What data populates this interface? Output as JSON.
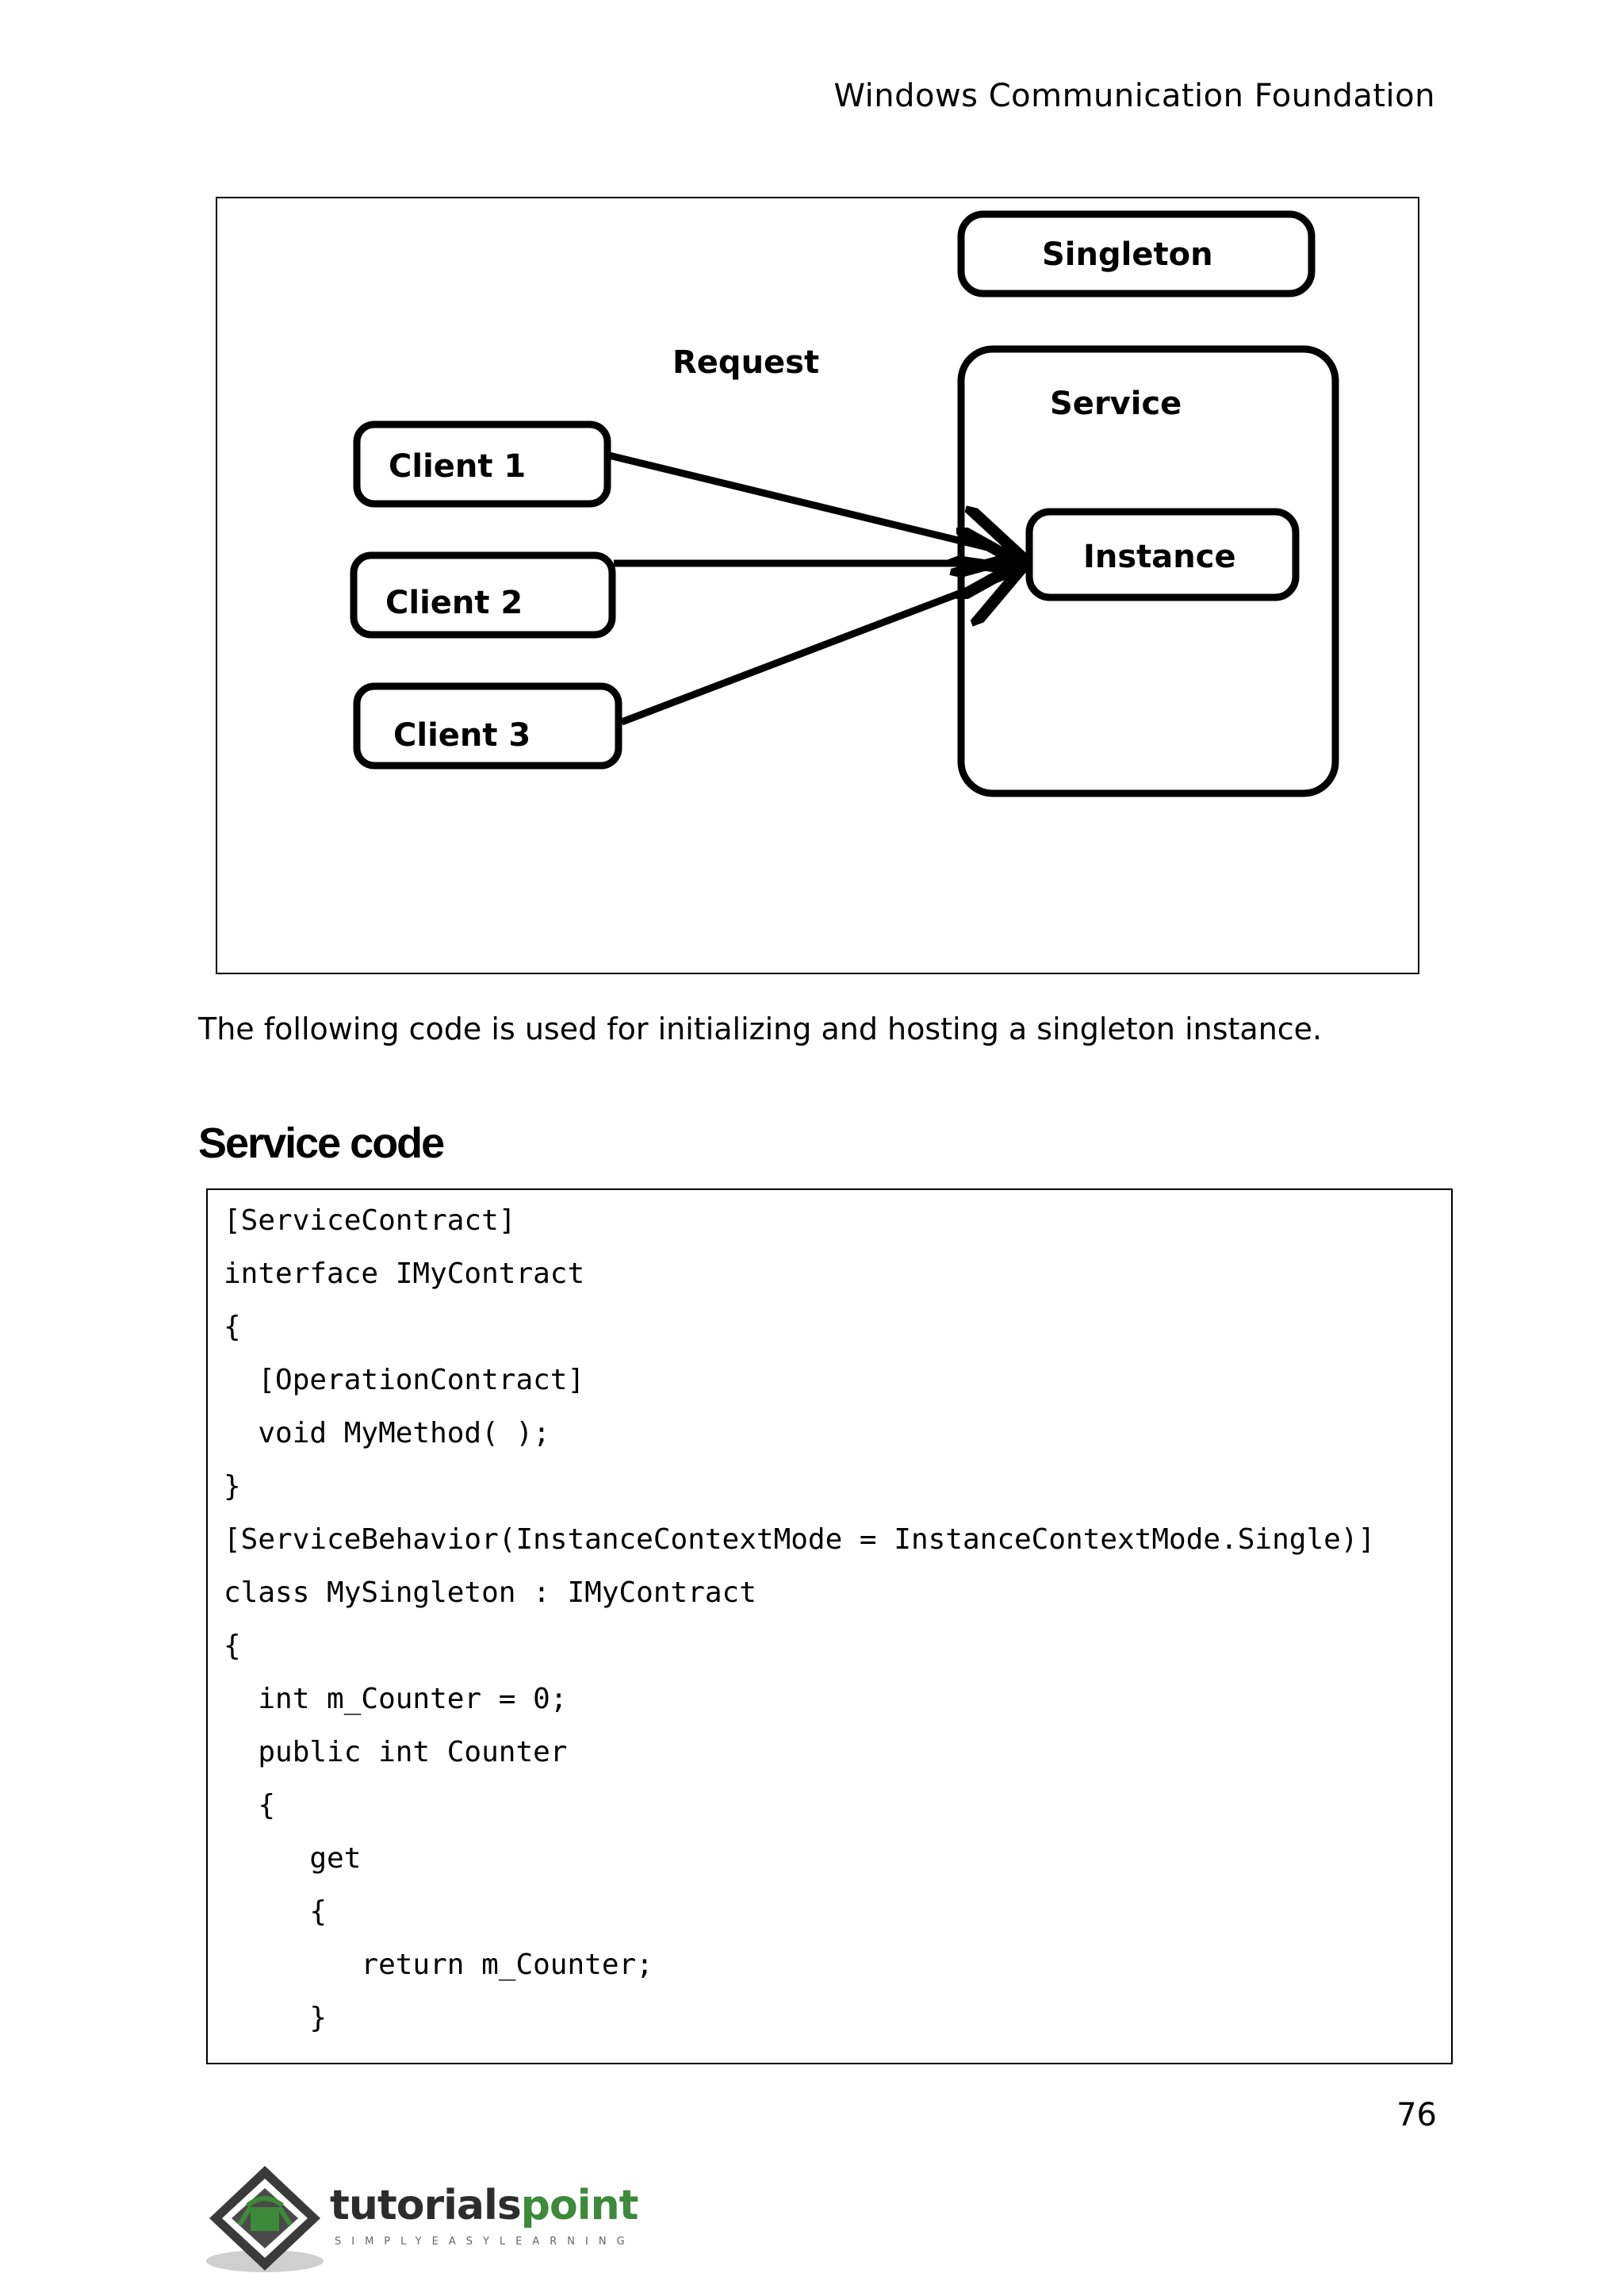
{
  "header": {
    "title": "Windows Communication Foundation"
  },
  "diagram": {
    "singleton_label": "Singleton",
    "request_label": "Request",
    "service_label": "Service",
    "instance_label": "Instance",
    "clients": [
      "Client 1",
      "Client 2",
      "Client 3"
    ]
  },
  "intro_text": "The following code is used for initializing and hosting a singleton instance.",
  "section_heading": "Service code",
  "code_lines": [
    "[ServiceContract]",
    "interface IMyContract",
    "{",
    "  [OperationContract]",
    "  void MyMethod( );",
    "}",
    "[ServiceBehavior(InstanceContextMode = InstanceContextMode.Single)]",
    "class MySingleton : IMyContract",
    "{",
    "  int m_Counter = 0;",
    "  public int Counter",
    "  {",
    "     get",
    "     {",
    "        return m_Counter;",
    "     }"
  ],
  "page_number": "76",
  "footer": {
    "logo_word_a": "tutorials",
    "logo_word_b": "point",
    "logo_tagline": "SIMPLYEASYLEARNING"
  },
  "colors": {
    "logo_green": "#3d8a3a",
    "logo_dark": "#2d2d2d"
  }
}
